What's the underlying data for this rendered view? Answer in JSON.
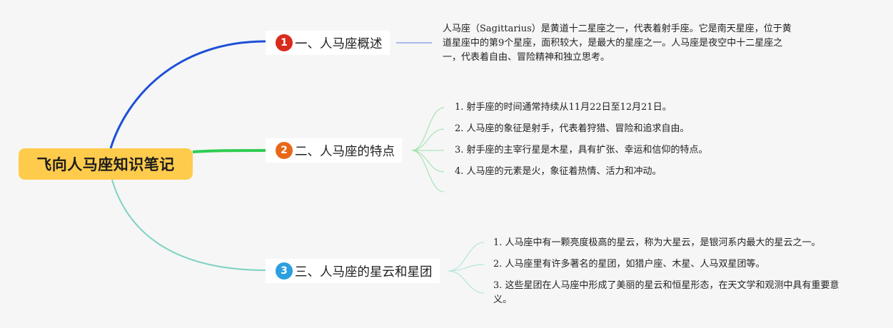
{
  "root": {
    "label": "飞向人马座知识笔记",
    "color": "#ffcb4c"
  },
  "branches": [
    {
      "number": "1",
      "label": "一、人马座概述",
      "badge_color": "#d92b1c",
      "link_color": "#1d4fd8",
      "child_link_color": "#8ba5e6",
      "description": "人马座（Sagittarius）是黄道十二星座之一，代表着射手座。它是南天星座，位于黄道星座中的第9个星座，面积较大，是最大的星座之一。人马座是夜空中十二星座之一，代表着自由、冒险精神和独立思考。"
    },
    {
      "number": "2",
      "label": "二、人马座的特点",
      "badge_color": "#e8681a",
      "link_color": "#2fcc52",
      "child_link_color": "#9be0aa",
      "items": [
        "1. 射手座的时间通常持续从11月22日至12月21日。",
        "2. 人马座的象征是射手，代表着狩猎、冒险和追求自由。",
        "3. 射手座的主宰行星是木星，具有扩张、幸运和信仰的特点。",
        "4. 人马座的元素是火，象征着热情、活力和冲动。"
      ]
    },
    {
      "number": "3",
      "label": "三、人马座的星云和星团",
      "badge_color": "#2b9fe0",
      "link_color": "#7fd2c2",
      "child_link_color": "#a8e3d8",
      "items": [
        "1. 人马座中有一颗亮度极高的星云，称为大星云，是银河系内最大的星云之一。",
        "2. 人马座里有许多著名的星团，如猎户座、木星、人马双星团等。",
        "3. 这些星团在人马座中形成了美丽的星云和恒星形态，在天文学和观测中具有重要意义。"
      ]
    }
  ]
}
